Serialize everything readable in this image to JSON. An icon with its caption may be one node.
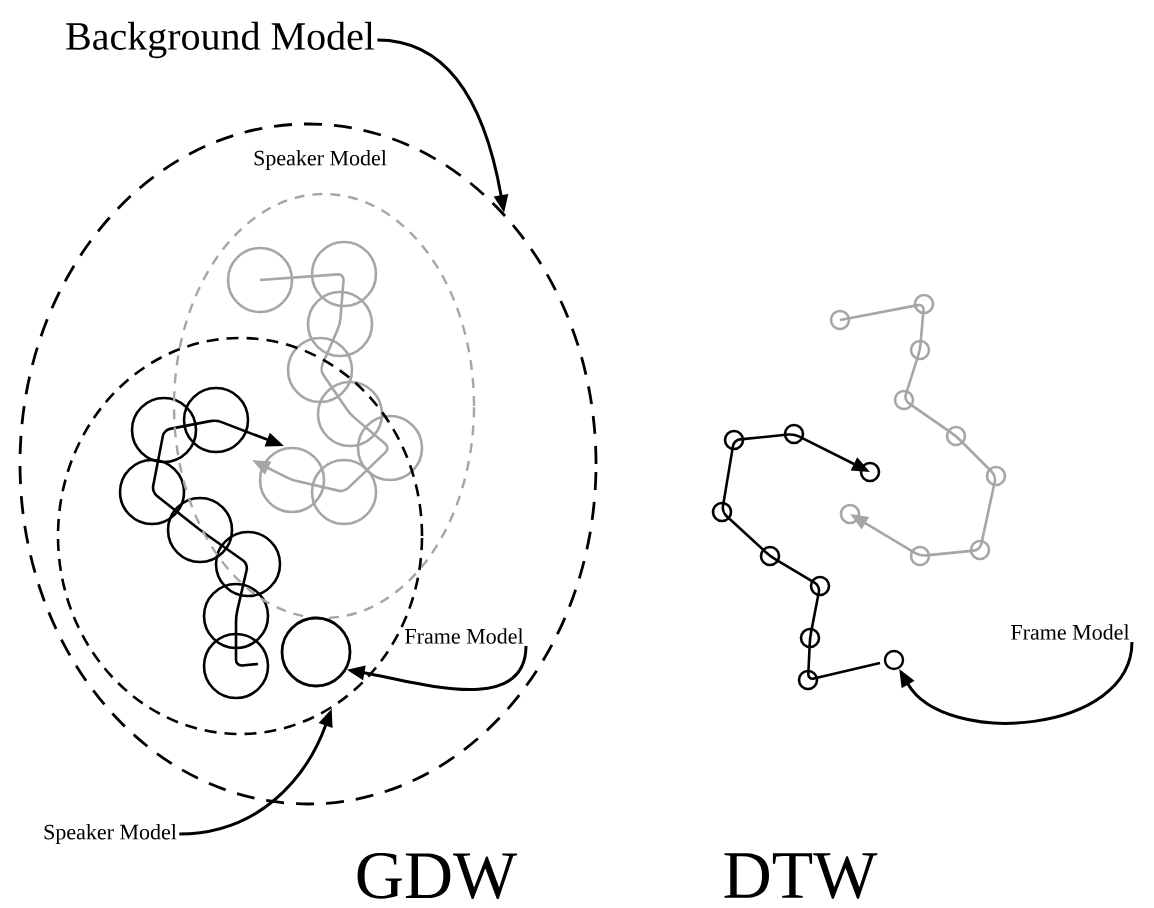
{
  "diagram": {
    "nodes": [
      {
        "text": [
          "Background Model"
        ]
      },
      {
        "text": [],
        "shape": "ellipse"
      },
      {
        "text": [
          "Speaker Model"
        ],
        "in": 1
      },
      {
        "text": [],
        "shape": "ellipse",
        "in": 1
      },
      {
        "text": [
          "Speaker Model"
        ]
      },
      {
        "text": [],
        "shape": "circle",
        "in": 3
      },
      {
        "text": [
          "Frame Model"
        ],
        "in": 1
      },
      {
        "text": [],
        "shape": "circle"
      },
      {
        "text": [
          "Frame Model"
        ]
      }
    ],
    "edges": [
      {
        "from": 0,
        "to": 1,
        "arrow": "to"
      },
      {
        "from": 4,
        "to": 3,
        "arrow": "to"
      },
      {
        "from": 6,
        "to": 5,
        "arrow": "to"
      },
      {
        "from": 8,
        "to": 7,
        "arrow": "to"
      }
    ],
    "labels": [
      "GDW",
      "DTW"
    ]
  }
}
